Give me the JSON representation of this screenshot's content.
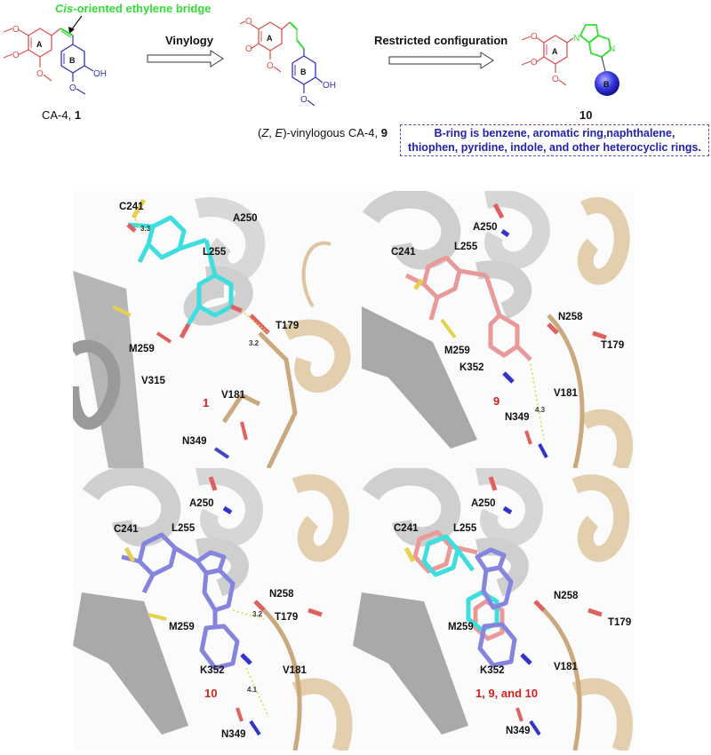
{
  "scheme": {
    "bridge_label_italic": "Cis",
    "bridge_label_rest": "-oriented ethylene bridge",
    "compound1": {
      "name": "CA-4, ",
      "number": "1",
      "ring_a": "A",
      "ring_b": "B",
      "oh": "OH"
    },
    "arrow1_label": "Vinylogy",
    "compound9": {
      "prefix": "(",
      "z": "Z",
      "sep": ", ",
      "e": "E",
      "name": ")-vinylogous  CA-4, ",
      "number": "9",
      "ring_a": "A",
      "ring_b": "B",
      "oh": "OH"
    },
    "arrow2_label": "Restricted configuration",
    "compound10": {
      "number": "10",
      "ring_a": "A",
      "ring_b": "B",
      "n1": "N",
      "n2": "N"
    },
    "b_ring_note_line1": "B-ring is benzene, aromatic ring,naphthalene,",
    "b_ring_note_line2": "thiophen, pyridine, indole, and other heterocyclic rings."
  },
  "colors": {
    "ring_a": "#d9534f",
    "ring_b": "#3333bb",
    "bridge": "#33dd33",
    "compound1_ligand": "#33dddd",
    "compound9_ligand": "#e89090",
    "compound10_ligand": "#8080dd",
    "compound_label": "#d42020",
    "chain_gray": "#d0d0d0",
    "chain_tan": "#dcc4a0"
  },
  "panels": [
    {
      "compound_label": "1",
      "residues": [
        "C241",
        "A250",
        "L255",
        "T179",
        "M259",
        "V315",
        "V181",
        "N349"
      ],
      "distances": [
        "3.3",
        "3.2"
      ]
    },
    {
      "compound_label": "9",
      "residues": [
        "A250",
        "C241",
        "L255",
        "N258",
        "T179",
        "M259",
        "K352",
        "V181",
        "N349"
      ],
      "distances": [
        "4.3"
      ]
    },
    {
      "compound_label": "10",
      "residues": [
        "A250",
        "C241",
        "L255",
        "N258",
        "T179",
        "M259",
        "K352",
        "V181",
        "N349"
      ],
      "distances": [
        "3.2",
        "4.1"
      ]
    },
    {
      "compound_label": "1, 9, and 10",
      "residues": [
        "A250",
        "C241",
        "L255",
        "N258",
        "T179",
        "M259",
        "K352",
        "V181",
        "N349"
      ],
      "distances": []
    }
  ]
}
